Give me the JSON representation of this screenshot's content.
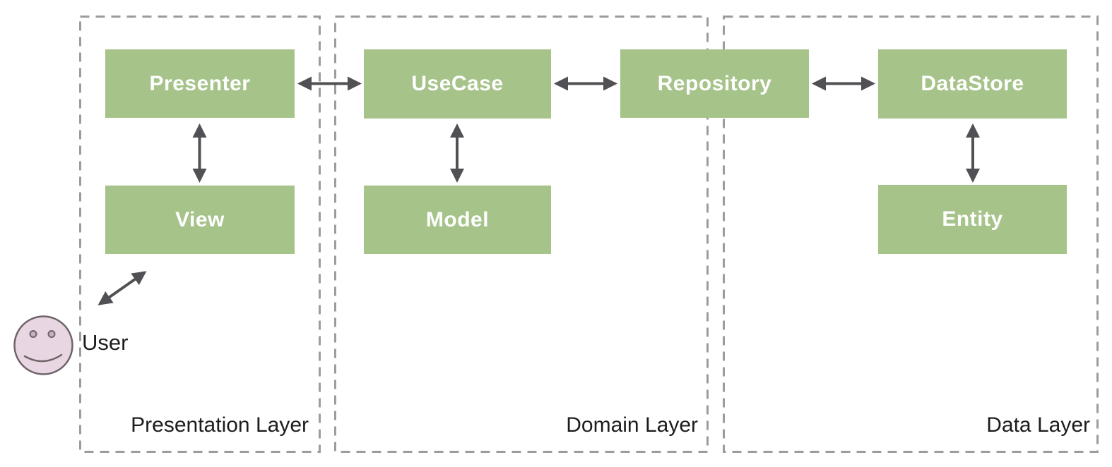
{
  "layers": {
    "presentation": {
      "label": "Presentation Layer"
    },
    "domain": {
      "label": "Domain Layer"
    },
    "data": {
      "label": "Data Layer"
    }
  },
  "nodes": {
    "presenter": {
      "label": "Presenter"
    },
    "view": {
      "label": "View"
    },
    "usecase": {
      "label": "UseCase"
    },
    "model": {
      "label": "Model"
    },
    "repository": {
      "label": "Repository"
    },
    "datastore": {
      "label": "DataStore"
    },
    "entity": {
      "label": "Entity"
    }
  },
  "actor": {
    "label": "User",
    "icon": "smiley-face-icon"
  },
  "edges": [
    {
      "from": "Presenter",
      "to": "UseCase",
      "type": "bidirectional-arrow",
      "orientation": "horizontal"
    },
    {
      "from": "UseCase",
      "to": "Repository",
      "type": "bidirectional-arrow",
      "orientation": "horizontal"
    },
    {
      "from": "Repository",
      "to": "DataStore",
      "type": "bidirectional-arrow",
      "orientation": "horizontal"
    },
    {
      "from": "Presenter",
      "to": "View",
      "type": "bidirectional-arrow",
      "orientation": "vertical"
    },
    {
      "from": "UseCase",
      "to": "Model",
      "type": "bidirectional-arrow",
      "orientation": "vertical"
    },
    {
      "from": "DataStore",
      "to": "Entity",
      "type": "bidirectional-arrow",
      "orientation": "vertical"
    },
    {
      "from": "User",
      "to": "View",
      "type": "bidirectional-arrow",
      "orientation": "diagonal"
    }
  ],
  "colors": {
    "node_fill": "#a6c38a",
    "node_text": "#ffffff",
    "arrow": "#515155",
    "dashed_border": "#9c9c9c",
    "layer_label_text": "#1d1d1d",
    "face_fill": "#e8d6e2",
    "face_stroke": "#6f6468",
    "background": "#ffffff"
  }
}
